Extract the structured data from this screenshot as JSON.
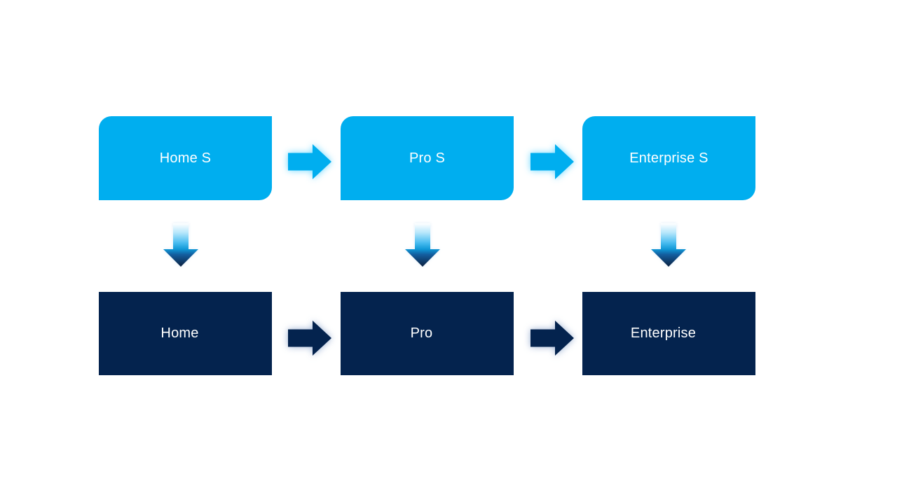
{
  "slide": {
    "background_color": "#FFFFFF",
    "diagram": {
      "type": "flow",
      "description": "two-row upgrade path diagram, top row flows down into bottom row",
      "columns": [
        {
          "top": "Home S",
          "bottom": "Home"
        },
        {
          "top": "Pro S",
          "bottom": "Pro"
        },
        {
          "top": "Enterprise S",
          "bottom": "Enterprise"
        }
      ],
      "connectors": {
        "horizontal_top_row": "light-blue right arrows with glow",
        "horizontal_bottom_row": "dark-navy right arrows with glow",
        "vertical": "gradient down arrows from each top box to bottom box"
      },
      "colors": {
        "top_box": "#00AEEF",
        "bottom_box": "#04234E",
        "label_text": "#FFFFFF",
        "right_arrow_top_row": "#00AEEF",
        "right_arrow_bottom_row": "#04234E",
        "down_arrow_gradient_start": "#FFFFFF",
        "down_arrow_gradient_mid": "#49BCF0",
        "down_arrow_gradient_end": "#0C2140"
      }
    }
  }
}
